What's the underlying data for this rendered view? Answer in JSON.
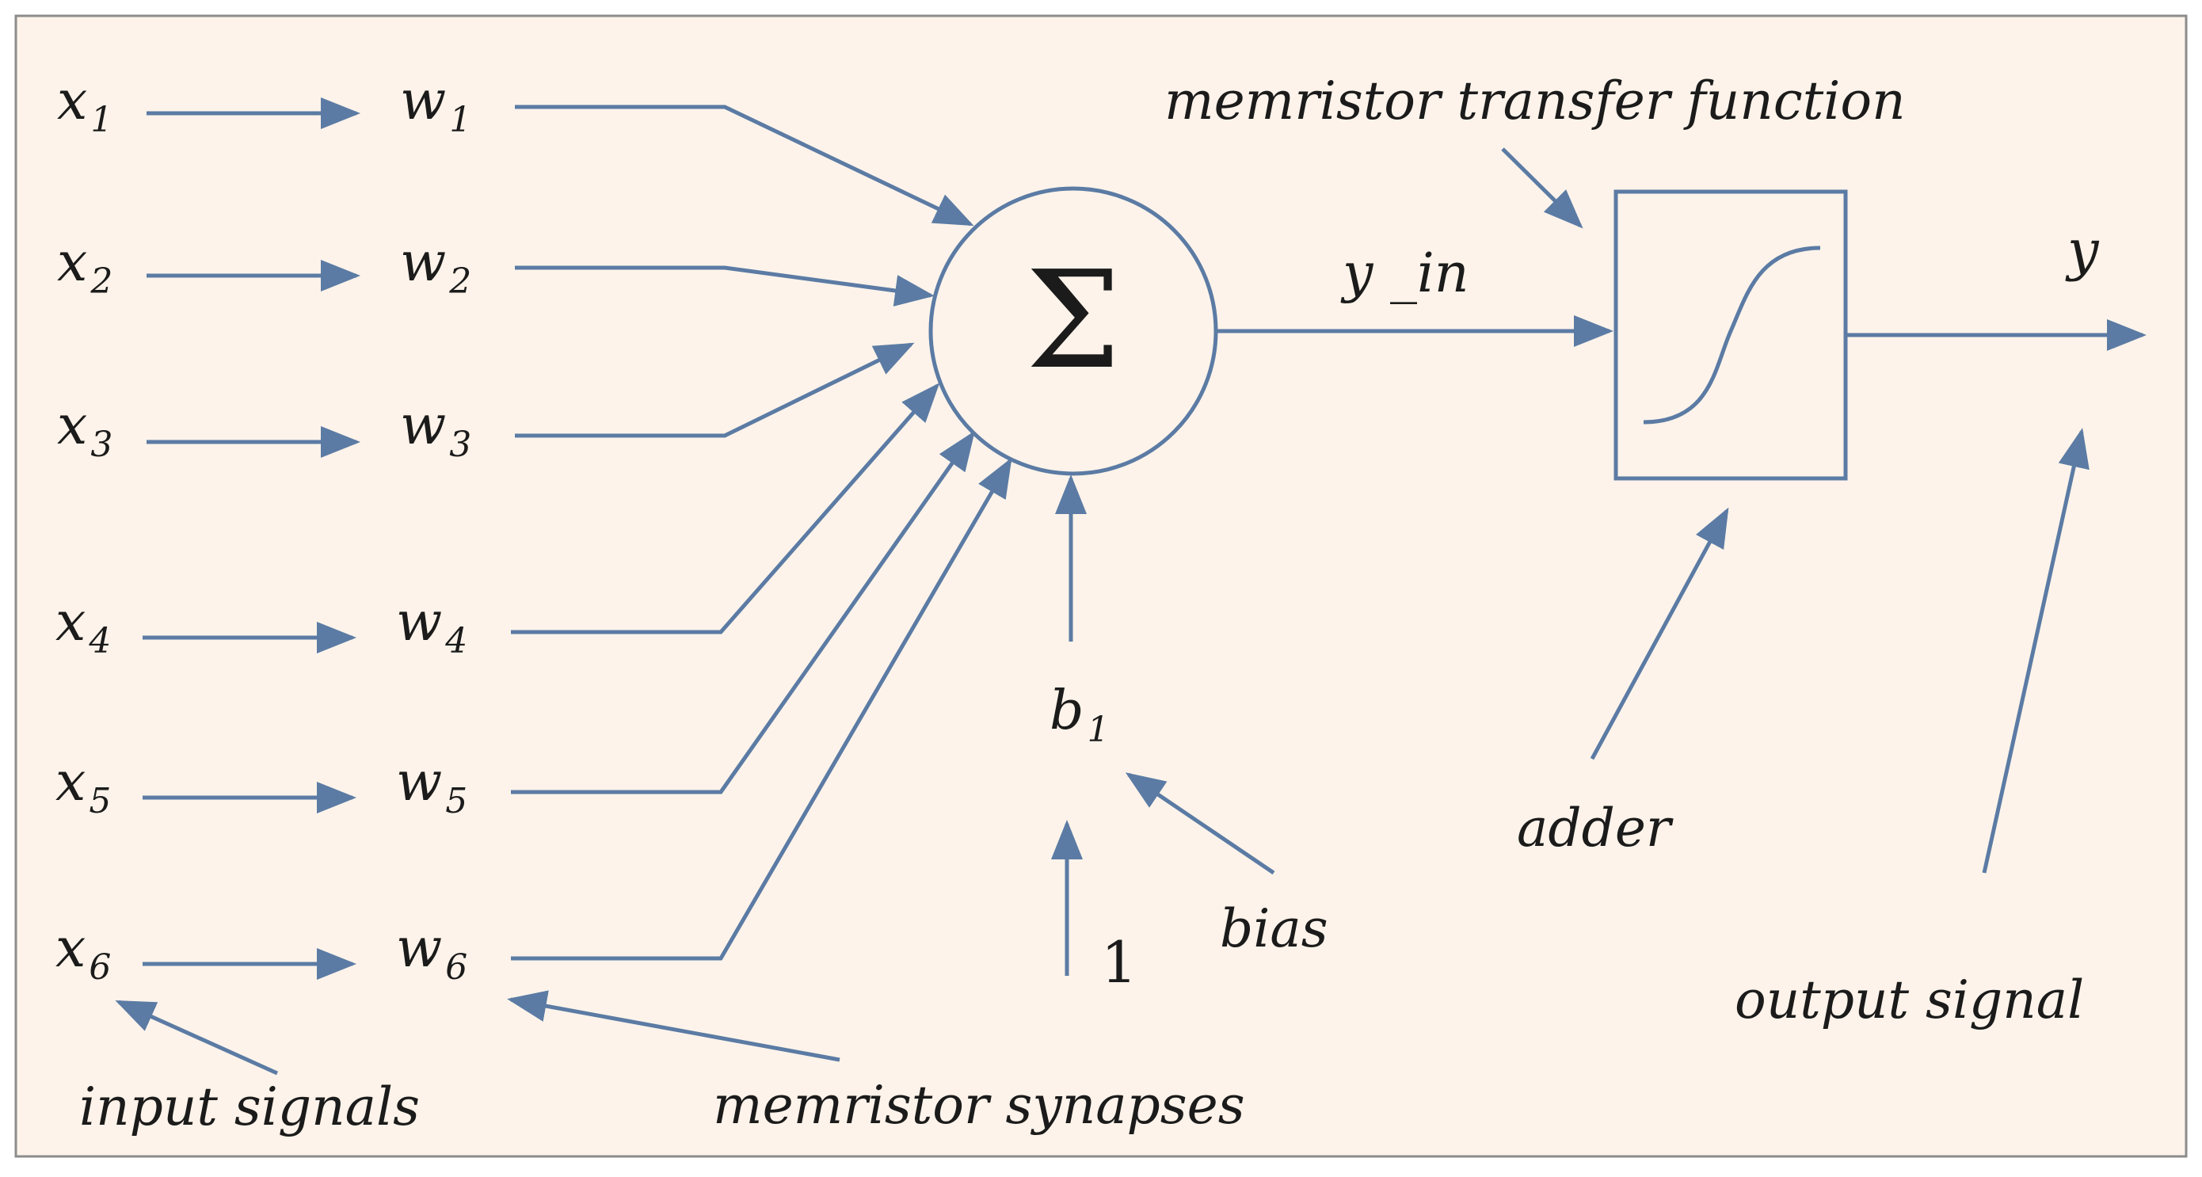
{
  "colors": {
    "background": "#fdf3ea",
    "border": "#8c8c8c",
    "arrow": "#5b7ba4",
    "text": "#1b1b1b"
  },
  "inputs": [
    {
      "var": "x",
      "sub": "1"
    },
    {
      "var": "x",
      "sub": "2"
    },
    {
      "var": "x",
      "sub": "3"
    },
    {
      "var": "x",
      "sub": "4"
    },
    {
      "var": "x",
      "sub": "5"
    },
    {
      "var": "x",
      "sub": "6"
    }
  ],
  "weights": [
    {
      "var": "w",
      "sub": "1"
    },
    {
      "var": "w",
      "sub": "2"
    },
    {
      "var": "w",
      "sub": "3"
    },
    {
      "var": "w",
      "sub": "4"
    },
    {
      "var": "w",
      "sub": "5"
    },
    {
      "var": "w",
      "sub": "6"
    }
  ],
  "summation": {
    "symbol": "Σ"
  },
  "bias": {
    "var": "b",
    "sub": "1",
    "constant": "1",
    "label": "bias"
  },
  "net_input": {
    "label": "y _in"
  },
  "transfer": {
    "label": "memristor transfer  function"
  },
  "output": {
    "var": "y"
  },
  "annotations": {
    "input_signals": "input signals",
    "memristor_synapses": "memristor synapses",
    "adder": "adder",
    "output_signal": "output signal"
  }
}
